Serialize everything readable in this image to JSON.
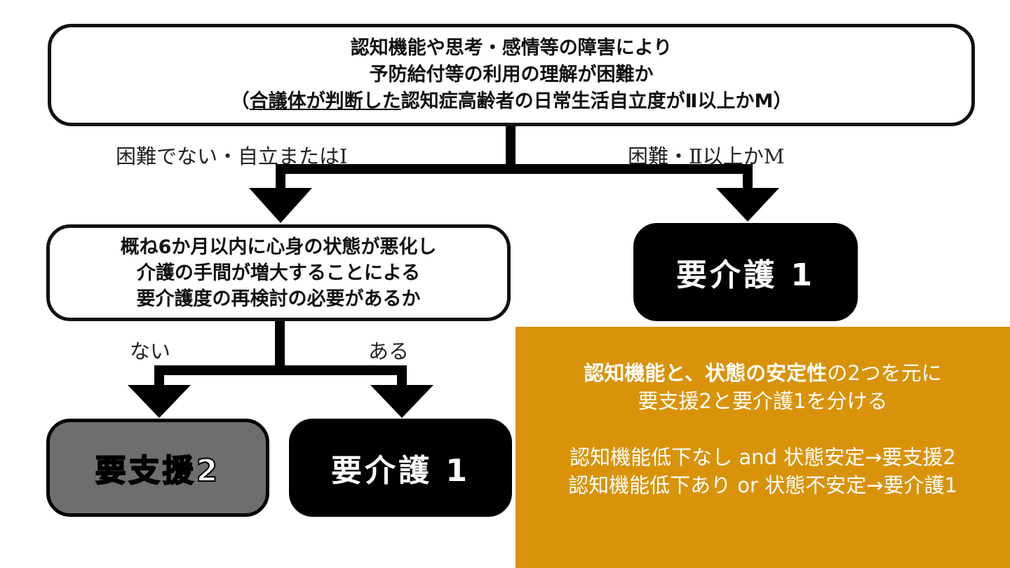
{
  "top_question": {
    "line1": "認知機能や思考・感情等の障害により",
    "line2": "予防給付等の利用の理解が困難か",
    "line3_open": "（",
    "line3_underlined": "合議体が判断した",
    "line3_rest": "認知症高齢者の日常生活自立度がⅡ以上かM）"
  },
  "branch_labels": {
    "left": "困難でない・自立またはⅠ",
    "right": "困難・Ⅱ以上かM",
    "no": "ない",
    "yes": "ある"
  },
  "mid_question": {
    "line1": "概ね6か月以内に心身の状態が悪化し",
    "line2": "介護の手間が増大することによる",
    "line3": "要介護度の再検討の必要があるか"
  },
  "results": {
    "right": "要介護 1",
    "left": "要支援2",
    "mid": "要介護 1"
  },
  "note": {
    "bold_part1": "認知機能と、状態の安定性",
    "normal_part1": "の2つを元に",
    "line2": "要支援2と要介護1を分ける",
    "line3": "認知機能低下なし and 状態安定→要支援2",
    "line4": "認知機能低下あり or 状態不安定→要介護1"
  },
  "colors": {
    "note_bg": "#d9930a",
    "result_black": "#000000",
    "result_gray": "#6e6e6e"
  }
}
